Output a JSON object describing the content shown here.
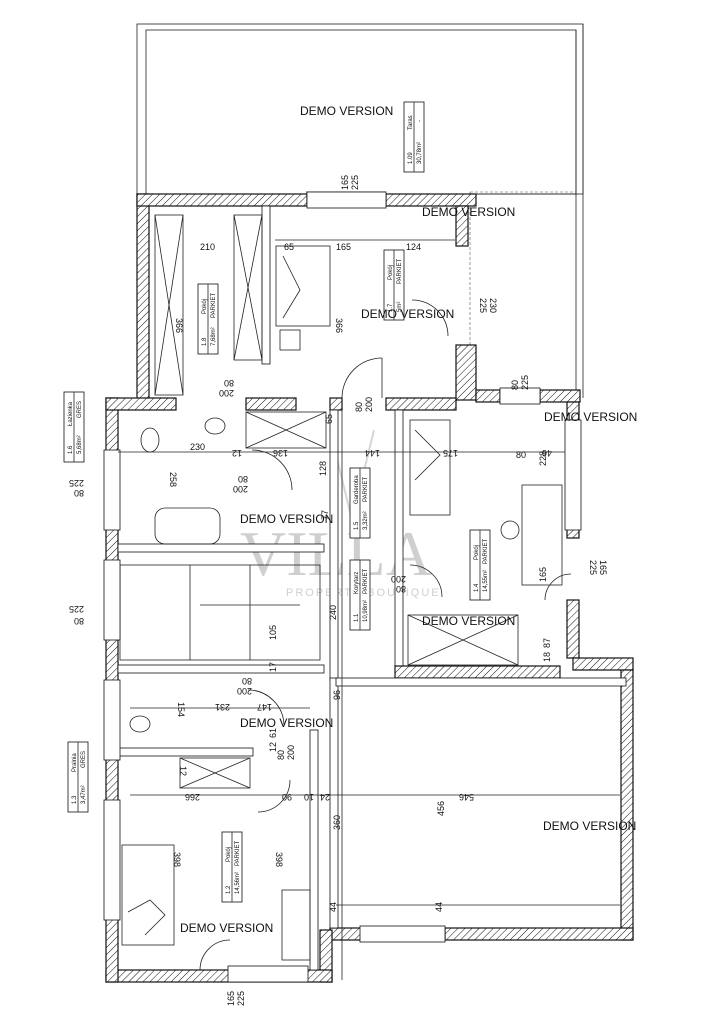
{
  "watermark": {
    "main": "VILLA",
    "sub": "PROPERTY BOUTIQUE"
  },
  "demo_label": "DEMO VERSION",
  "rooms": [
    {
      "number": "1.09",
      "name": "Taras",
      "floor": "-",
      "area": "30,78m²"
    },
    {
      "number": "1.8",
      "name": "Pokój",
      "floor": "PARKIET",
      "area": "7,68m²"
    },
    {
      "number": "1.7",
      "name": "Pokój",
      "floor": "PARKIET",
      "area": "5m²"
    },
    {
      "number": "1.6",
      "name": "Łazienka",
      "floor": "GRES",
      "area": "5,68m²"
    },
    {
      "number": "1.5",
      "name": "Garderoba",
      "floor": "PARKIET",
      "area": "3,32m²"
    },
    {
      "number": "1.4",
      "name": "Pokój",
      "floor": "PARKIET",
      "area": "14,55m²"
    },
    {
      "number": "1.1",
      "name": "Korytarz",
      "floor": "PARKIET",
      "area": "10,98m²"
    },
    {
      "number": "1.3",
      "name": "Pralnia",
      "floor": "GRES",
      "area": "3,47m²"
    },
    {
      "number": "1.2",
      "name": "Pokój",
      "floor": "PARKIET",
      "area": "14,56m²"
    }
  ],
  "dimensions": {
    "d165": "165",
    "d225": "225",
    "d210": "210",
    "d65": "65",
    "d124": "124",
    "d366": "366",
    "d200": "200",
    "d80": "80",
    "d230": "230",
    "d12": "12",
    "d136": "136",
    "d144": "144",
    "d175": "175",
    "d46": "46",
    "d228": "228",
    "d258": "258",
    "d128": "128",
    "d77": "77",
    "d240": "240",
    "d105": "105",
    "d18": "18",
    "d87": "87",
    "d17": "17",
    "d154": "154",
    "d231": "231",
    "d147": "147",
    "d96": "96",
    "d61": "61",
    "d266": "266",
    "d90": "90",
    "d10": "10",
    "d24": "24",
    "d456": "456",
    "d546": "546",
    "d360": "360",
    "d398": "398",
    "d44": "44"
  }
}
